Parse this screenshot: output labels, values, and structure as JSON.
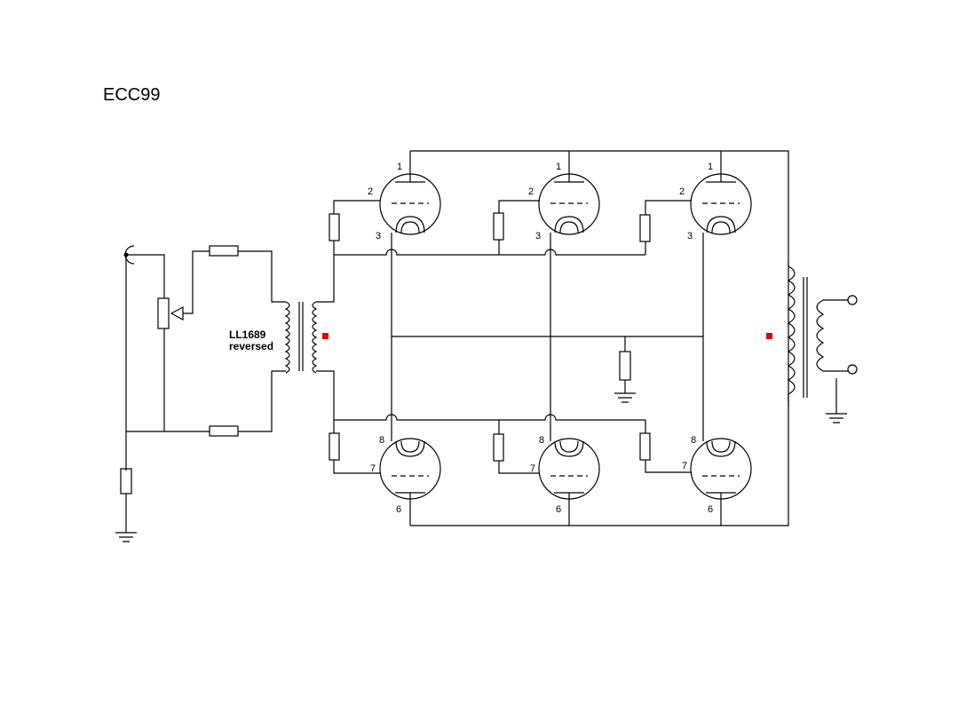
{
  "title": "ECC99",
  "transformer_label": [
    "LL1689",
    "reversed"
  ],
  "pins": {
    "top": [
      "1",
      "2",
      "3"
    ],
    "bottom": [
      "8",
      "7",
      "6"
    ]
  },
  "marker_color": "#e00000"
}
